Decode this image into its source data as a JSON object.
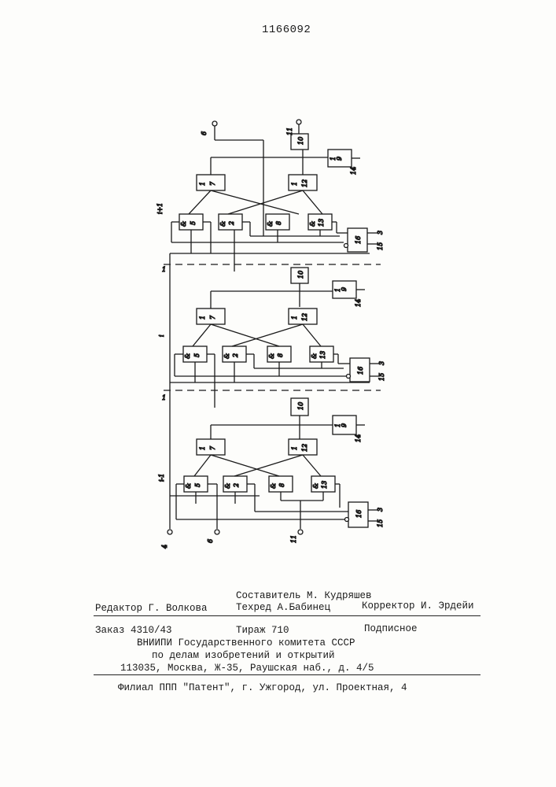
{
  "patent": {
    "number": "1166092"
  },
  "diagram": {
    "stage_labels": [
      "i+1",
      "i",
      "i-1"
    ],
    "input_labels": [
      "4",
      "6",
      "11"
    ],
    "rail_labels": [
      "1",
      "1"
    ],
    "output_label": "14",
    "side_labels": [
      "3",
      "15"
    ],
    "block_labels": [
      "5",
      "2",
      "8",
      "13",
      "7",
      "12",
      "9",
      "16",
      "10"
    ],
    "port_labels": [
      "&",
      "1"
    ]
  },
  "imprint": {
    "compiler": "Составитель М. Кудряшев",
    "editor": "Редактор Г. Волкова",
    "tech_editor": "Техред А.Бабинец",
    "proofreader": "Корректор И. Эрдейи",
    "order": "Заказ 4310/43",
    "circulation": "Тираж 710",
    "subscription": "Подписное",
    "org_line1": "ВНИИПИ Государственного комитета СССР",
    "org_line2": "по делам изобретений и открытий",
    "address": "113035, Москва, Ж-35, Раушская наб., д. 4/5",
    "branch": "Филиал ППП \"Патент\", г. Ужгород, ул. Проектная, 4"
  }
}
